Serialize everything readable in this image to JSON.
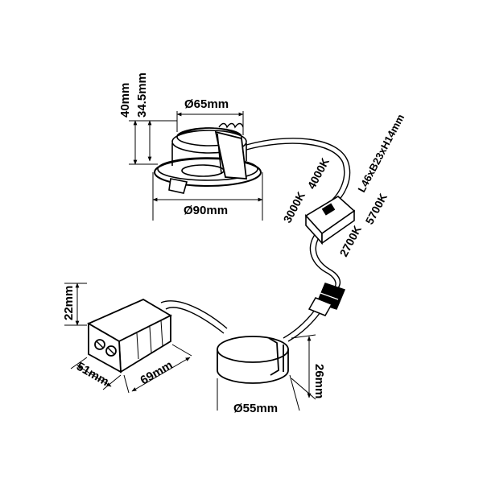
{
  "dimensions": {
    "height_total": "40mm",
    "height_body": "34.5mm",
    "cutout_diameter": "Ø65mm",
    "outer_diameter": "Ø90mm",
    "box_height": "22mm",
    "box_width": "51mm",
    "box_length": "69mm",
    "driver_diameter": "Ø55mm",
    "driver_height": "26mm"
  },
  "switch": {
    "size": "L46xB23xH14mm",
    "cct_top_left": "3000K",
    "cct_top_right": "4000K",
    "cct_bottom_left": "2700K",
    "cct_bottom_right": "5700K"
  }
}
